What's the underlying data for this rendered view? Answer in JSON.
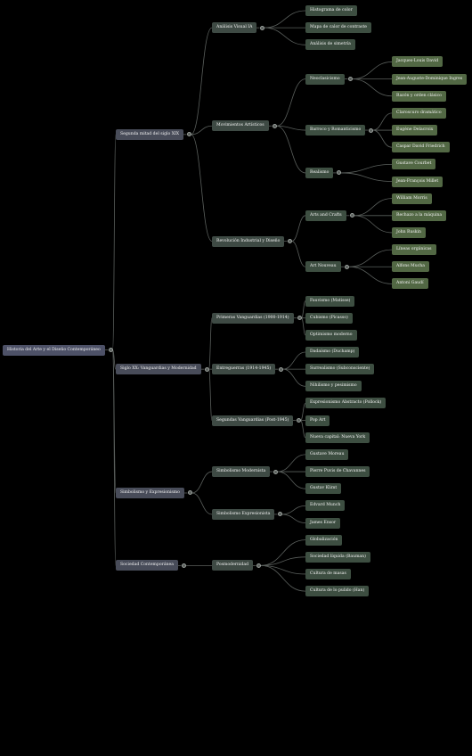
{
  "colors": {
    "background": "#000000",
    "link": "#5a5f5c",
    "root": "#4d5167",
    "level1": "#484c59",
    "level2": "#3e4a44",
    "level3": "#3d4e41",
    "level4": "#526844"
  },
  "tree": {
    "label": "Historia del Arte y el Diseño Contemporáneo",
    "children": [
      {
        "label": "Segunda mitad del siglo XIX",
        "children": [
          {
            "label": "Análisis Visual IA",
            "children": [
              {
                "label": "Histograma de color"
              },
              {
                "label": "Mapa de calor de contraste"
              },
              {
                "label": "Análisis de simetría"
              }
            ]
          },
          {
            "label": "Movimientos Artísticos",
            "children": [
              {
                "label": "Neoclasicismo",
                "children": [
                  {
                    "label": "Jacques-Louis David"
                  },
                  {
                    "label": "Jean-Auguste-Dominique Ingres"
                  },
                  {
                    "label": "Razón y orden clásico"
                  }
                ]
              },
              {
                "label": "Barroco y Romanticismo",
                "children": [
                  {
                    "label": "Claroscuro dramático"
                  },
                  {
                    "label": "Eugène Delacroix"
                  },
                  {
                    "label": "Caspar David Friedrich"
                  }
                ]
              },
              {
                "label": "Realismo",
                "children": [
                  {
                    "label": "Gustave Courbet"
                  },
                  {
                    "label": "Jean-François Millet"
                  }
                ]
              }
            ]
          },
          {
            "label": "Revolución Industrial y Diseño",
            "children": [
              {
                "label": "Arts and Crafts",
                "children": [
                  {
                    "label": "William Morris"
                  },
                  {
                    "label": "Rechazo a la máquina"
                  },
                  {
                    "label": "John Ruskin"
                  }
                ]
              },
              {
                "label": "Art Nouveau",
                "children": [
                  {
                    "label": "Líneas orgánicas"
                  },
                  {
                    "label": "Alfons Mucha"
                  },
                  {
                    "label": "Antoni Gaudí"
                  }
                ]
              }
            ]
          }
        ]
      },
      {
        "label": "Siglo XX: Vanguardias y Modernidad",
        "children": [
          {
            "label": "Primeras Vanguardias (1900-1914)",
            "children": [
              {
                "label": "Fauvismo (Matisse)"
              },
              {
                "label": "Cubismo (Picasso)"
              },
              {
                "label": "Optimismo moderno"
              }
            ]
          },
          {
            "label": "Entreguerras (1914-1945)",
            "children": [
              {
                "label": "Dadaísmo (Duchamp)"
              },
              {
                "label": "Surrealismo (Subconsciente)"
              },
              {
                "label": "Nihilismo y pesimismo"
              }
            ]
          },
          {
            "label": "Segundas Vanguardias (Post-1945)",
            "children": [
              {
                "label": "Expresionismo Abstracto (Pollock)"
              },
              {
                "label": "Pop Art"
              },
              {
                "label": "Nueva capital: Nueva York"
              }
            ]
          }
        ]
      },
      {
        "label": "Simbolismo y Expresionismo",
        "children": [
          {
            "label": "Simbolismo Modernista",
            "children": [
              {
                "label": "Gustave Moreau"
              },
              {
                "label": "Pierre Puvis de Chavannes"
              },
              {
                "label": "Gustav Klimt"
              }
            ]
          },
          {
            "label": "Simbolismo Expresionista",
            "children": [
              {
                "label": "Edvard Munch"
              },
              {
                "label": "James Ensor"
              }
            ]
          }
        ]
      },
      {
        "label": "Sociedad Contemporánea",
        "children": [
          {
            "label": "Posmodernidad",
            "children": [
              {
                "label": "Globalización"
              },
              {
                "label": "Sociedad líquida (Bauman)"
              },
              {
                "label": "Cultura de masas"
              },
              {
                "label": "Cultura de lo pulido (Han)"
              }
            ]
          }
        ]
      }
    ]
  }
}
